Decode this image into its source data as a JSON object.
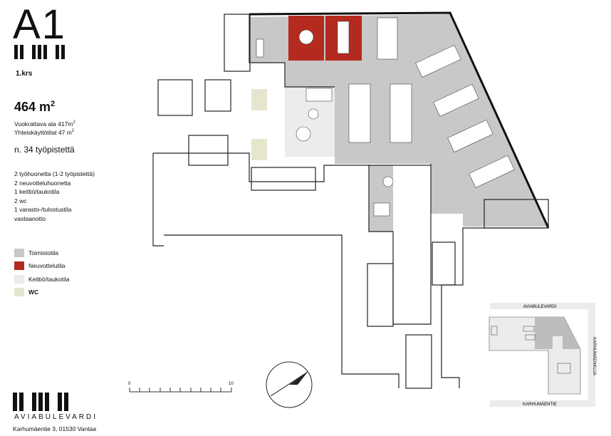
{
  "header": {
    "title": "A1",
    "floor": "1.krs"
  },
  "summary": {
    "total_area": "464 m",
    "total_area_sup": "2",
    "rentable_area": "Vuokrattava ala 417m",
    "rentable_sup": "2",
    "shared_area": "Yhteiskäyttötilat  47 m",
    "shared_sup": "2",
    "workstations": "n. 34 työpistettä"
  },
  "room_list": [
    "2 työhuonetta (1-2 työpistettä)",
    "2 neuvotteluhuonetta",
    "1 keittiö/taukotila",
    "2 wc",
    "1 varasto-/tulostustila",
    "vastaanotto"
  ],
  "legend": [
    {
      "label": "Toimistotila",
      "color": "#c8c8c8"
    },
    {
      "label": "Neuvottelutila",
      "color": "#b52a1e"
    },
    {
      "label": "Keittiö/taukotila",
      "color": "#ececec"
    },
    {
      "label": "WC",
      "color": "#e6e6cf"
    }
  ],
  "scale": {
    "start": "0",
    "end": "10"
  },
  "key_map": {
    "north": "AVIABULEVARDI",
    "east": "KARHUMÄENKUJA",
    "south": "KARHUMÄENTIE"
  },
  "footer": {
    "brand": "AVIABULEVARDI",
    "address": "Karhumäentie 3, 01530 Vantaa"
  }
}
